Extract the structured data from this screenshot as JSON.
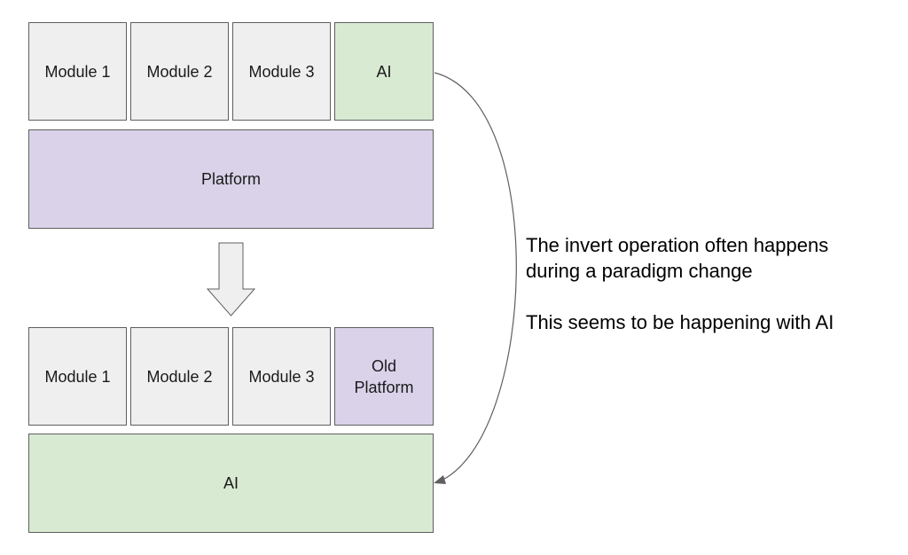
{
  "before": {
    "modules": [
      "Module 1",
      "Module 2",
      "Module 3"
    ],
    "ai_label": "AI",
    "platform_label": "Platform"
  },
  "after": {
    "modules": [
      "Module 1",
      "Module 2",
      "Module 3"
    ],
    "old_platform_label": "Old\nPlatform",
    "ai_label": "AI"
  },
  "notes": {
    "line1": "The invert operation often happens",
    "line2": "during a paradigm change",
    "line3": "This seems to be happening with AI"
  },
  "colors": {
    "module_fill": "#efefef",
    "ai_fill": "#d9ead3",
    "platform_fill": "#d9d2e9",
    "border": "#5f5f5f",
    "arrow_fill": "#efefef"
  }
}
